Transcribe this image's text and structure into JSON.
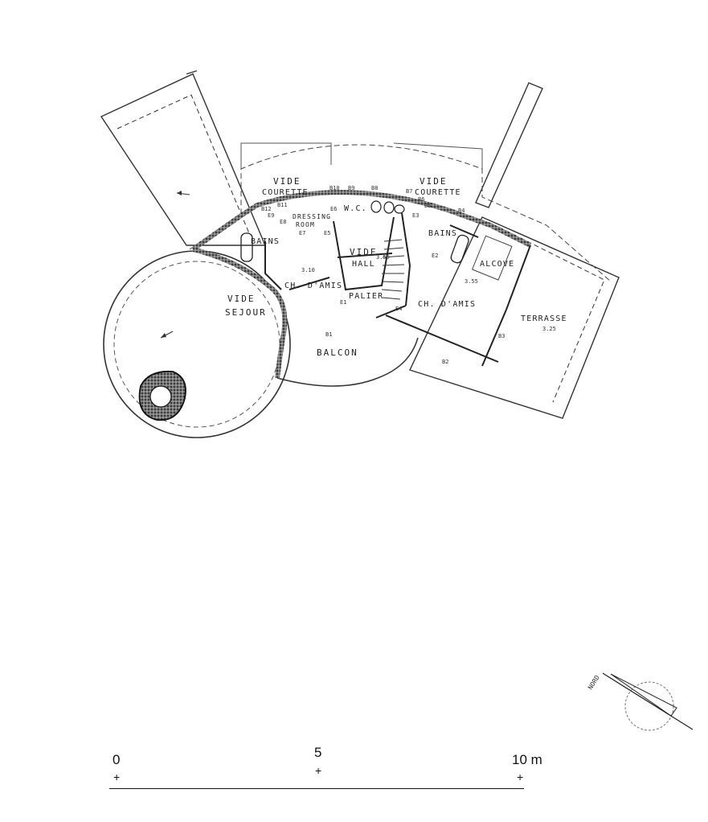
{
  "plan": {
    "rooms": {
      "vide_courette_left": {
        "line1": "VIDE",
        "line2": "COURETTE"
      },
      "vide_courette_right": {
        "line1": "VIDE",
        "line2": "COURETTE"
      },
      "wc": "W.C.",
      "dressing": {
        "line1": "DRESSING",
        "line2": "ROOM"
      },
      "bains_left": "BAINS",
      "bains_right": "BAINS",
      "vide_hall": {
        "line1": "VIDE",
        "line2": "HALL"
      },
      "alcove": "ALCOVE",
      "ch_amis_left": "CH. D'AMIS",
      "ch_amis_right": "CH. D'AMIS",
      "vide_sejour": {
        "line1": "VIDE",
        "line2": "SEJOUR"
      },
      "palier": "PALIER",
      "balcon": "BALCON",
      "terrasse": "TERRASSE"
    },
    "markers": {
      "b10": "B10",
      "b9": "B9",
      "b8": "B8",
      "b7": "B7",
      "b6": "B6",
      "b5": "B5",
      "b4": "B4",
      "b3": "B3",
      "b1": "B1",
      "b2": "B2",
      "b11": "B11",
      "b12": "B12",
      "e1": "E1",
      "e2": "E2",
      "e3": "E3",
      "e4": "E4",
      "e5": "E5",
      "e6": "E6",
      "e7": "E7",
      "e8": "E8",
      "e9": "E9",
      "lvl_hall": "3.50",
      "lvl_chamis": "3.10",
      "lvl_right": "3.55",
      "lvl_terrasse": "3.25"
    }
  },
  "scale": {
    "label_0": "0",
    "label_5": "5",
    "label_10": "10 m",
    "tick": "+"
  },
  "north": {
    "label": "NORD"
  }
}
